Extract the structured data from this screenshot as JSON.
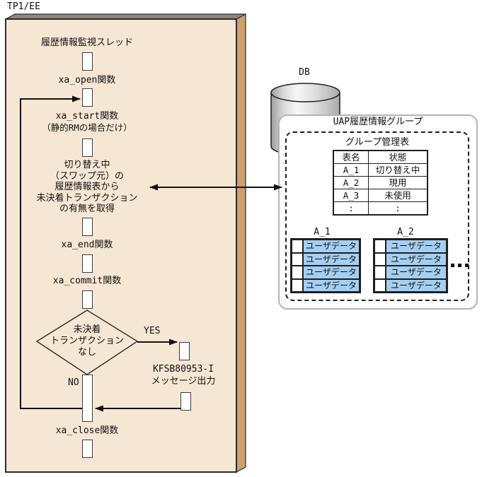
{
  "colors": {
    "box_face": "#F6E6D4",
    "box_side": "#CE9F6F",
    "box_top": "#8E887C",
    "user_data_fill": "#A4CFF1",
    "panel_border": "#B3B3B3",
    "line": "#111111"
  },
  "flow": {
    "system_label": "TP1/EE",
    "thread_title": "履歴情報監視スレッド",
    "xa_open_label": "xa_open関数",
    "xa_start_label": "xa_start関数",
    "xa_start_note": "（静的RMの場合だけ）",
    "fetch_lines": [
      "切り替え中",
      "（スワップ元）の",
      "履歴情報表から",
      "未決着トランザクション",
      "の有無を取得"
    ],
    "xa_end_label": "xa_end関数",
    "xa_commit_label": "xa_commit関数",
    "decision_lines": [
      "未決着",
      "トランザクション",
      "なし"
    ],
    "yes_label": "YES",
    "no_label": "NO",
    "message_line1": "KFSB80953-I",
    "message_line2": "メッセージ出力",
    "xa_close_label": "xa_close関数"
  },
  "db": {
    "db_label": "DB",
    "group_title": "UAP履歴情報グループ",
    "mgmt_table_title": "グループ管理表",
    "mgmt_table": {
      "headers": [
        "表名",
        "状態"
      ],
      "rows": [
        [
          "A_1",
          "切り替え中"
        ],
        [
          "A_2",
          "現用"
        ],
        [
          "A_3",
          "未使用"
        ],
        [
          ":",
          ":"
        ]
      ]
    },
    "data_tables": [
      {
        "name": "A_1",
        "rows": [
          "ユーザデータ",
          "ユーザデータ",
          "ユーザデータ",
          "ユーザデータ"
        ]
      },
      {
        "name": "A_2",
        "rows": [
          "ユーザデータ",
          "ユーザデータ",
          "ユーザデータ",
          "ユーザデータ"
        ]
      }
    ],
    "ellipsis": "..."
  }
}
